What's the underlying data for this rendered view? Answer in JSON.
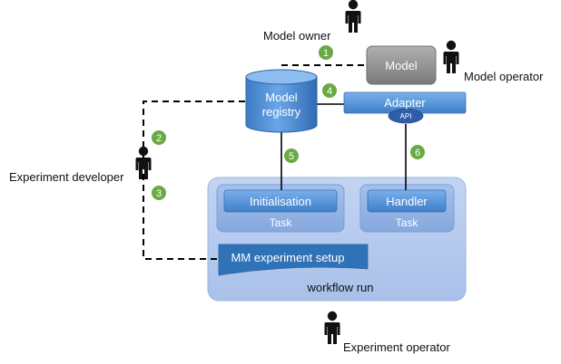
{
  "actors": {
    "model_owner": "Model owner",
    "model_operator": "Model operator",
    "experiment_developer": "Experiment developer",
    "experiment_operator": "Experiment operator"
  },
  "components": {
    "model": "Model",
    "registry_line1": "Model",
    "registry_line2": "registry",
    "adapter": "Adapter",
    "api": "API",
    "initialisation": "Initialisation",
    "handler": "Handler",
    "task_left": "Task",
    "task_right": "Task",
    "experiment_setup": "MM experiment setup",
    "workflow_run": "workflow run"
  },
  "steps": [
    "1",
    "2",
    "3",
    "4",
    "5",
    "6"
  ],
  "colors": {
    "step_badge": "#6aaa45",
    "component_blue": "#4a8fd6",
    "registry_blue": "#3f85cf",
    "workflow_bg": "#b3c9ec",
    "task_bg": "#8fb0e3",
    "setup_blue": "#2f72b8",
    "model_grey": "#8e8e8e",
    "api_blue": "#2f5da8",
    "actor_black": "#111111"
  }
}
